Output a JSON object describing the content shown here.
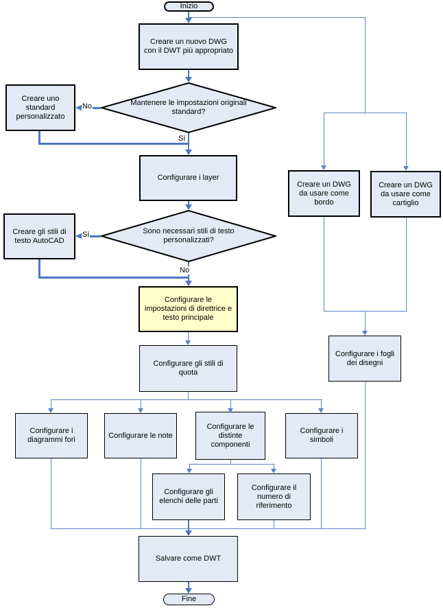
{
  "diagram": {
    "type": "flowchart",
    "language": "it",
    "start_label": "Inizio",
    "end_label": "Fine",
    "nodes": {
      "crea_dwg": "Creare un nuovo DWG con il DWT più appropriato",
      "standard_pers": "Creare uno standard personalizzato",
      "config_layer": "Configurare i layer",
      "stili_testo_autocad": "Creare gli stili di testo AutoCAD",
      "direttrice": "Configurare le impostazioni di direttrice e testo principale",
      "stili_quota": "Configurare gli stili di quota",
      "dwg_bordo": "Creare un DWG da usare come bordo",
      "dwg_cartiglio": "Creare un DWG da usare come cartiglio",
      "fogli_disegni": "Configurare i fogli dei disegni",
      "diagrammi_fori": "Configurare i diagrammi fori",
      "note": "Configurare le note",
      "distinte_componenti": "Configurare le distinte componenti",
      "simboli": "Configurare i simboli",
      "elenchi_parti": "Configurare gli elenchi delle parti",
      "numero_riferimento": "Configurare il numero di riferimento",
      "salvare_dwt": "Salvare come DWT"
    },
    "decisions": {
      "mantenere_standard": "Mantenere le impostazioni originali standard?",
      "stili_personalizzati": "Sono necessari stili di testo personalizzati?"
    },
    "edge_labels": {
      "si": "Sì",
      "no": "No"
    },
    "colors": {
      "node_fill": "#e3eaf5",
      "highlight_fill": "#ffffcc",
      "border": "#000000",
      "connector": "#5b84c4",
      "connector_bold": "#4a76c2"
    }
  }
}
